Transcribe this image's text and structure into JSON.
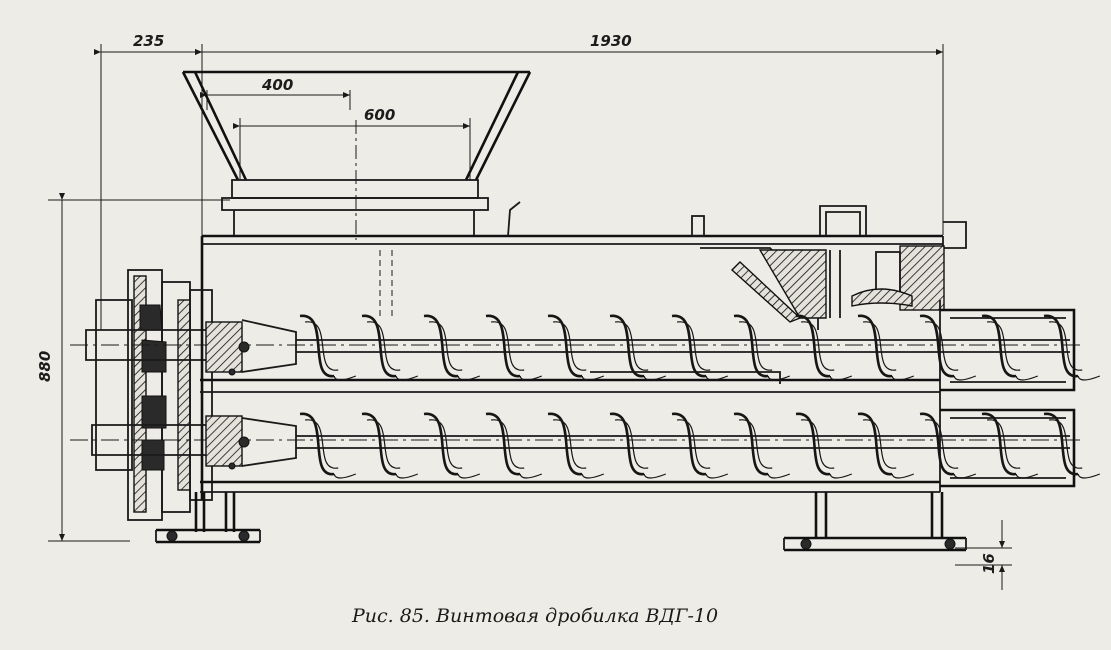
{
  "figure": {
    "caption": "Рис. 85. Винтовая дробилка ВДГ-10",
    "dimensions": {
      "d235": "235",
      "d1930": "1930",
      "d400": "400",
      "d600": "600",
      "d880": "880",
      "d16": "16"
    }
  },
  "colors": {
    "paper": "#eeece6",
    "ink": "#1a1a1a"
  }
}
